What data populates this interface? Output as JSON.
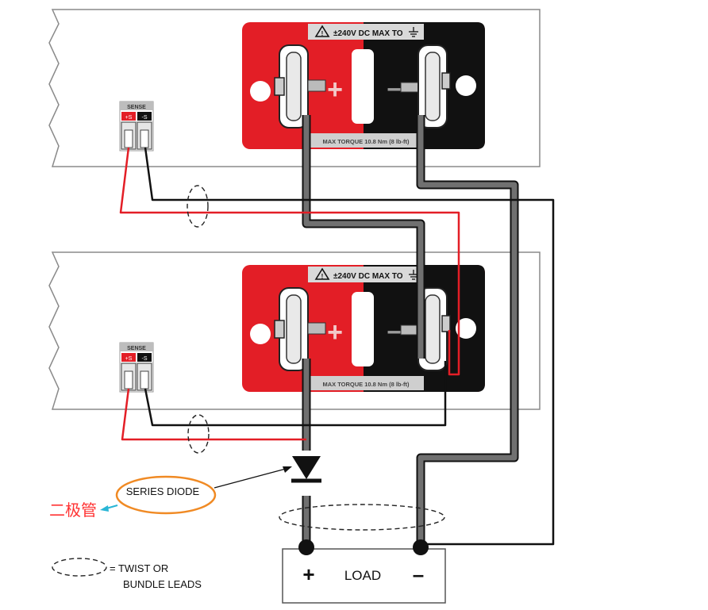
{
  "units": [
    {
      "terminal_panel": {
        "warning": "±240V DC MAX TO",
        "torque": "MAX TORQUE 10.8 Nm (8 lb-ft)",
        "plus_sign": "+",
        "minus_sign": "–"
      },
      "sense_connector": {
        "title": "SENSE",
        "plus_pin": "+S",
        "minus_pin": "-S"
      }
    },
    {
      "terminal_panel": {
        "warning": "±240V DC MAX TO",
        "torque": "MAX TORQUE 10.8 Nm (8 lb-ft)",
        "plus_sign": "+",
        "minus_sign": "–"
      },
      "sense_connector": {
        "title": "SENSE",
        "plus_pin": "+S",
        "minus_pin": "-S"
      }
    }
  ],
  "diode": {
    "label": "SERIES DIODE"
  },
  "annotation": {
    "text": "二极管",
    "color": "#ff3333"
  },
  "load": {
    "label": "LOAD",
    "plus": "+",
    "minus": "–"
  },
  "legend": {
    "line1": "= TWIST OR",
    "line2": "BUNDLE LEADS"
  },
  "colors": {
    "positive": "#e31e26",
    "negative": "#111111",
    "lead": "#707070",
    "highlight": "#f08a24"
  }
}
